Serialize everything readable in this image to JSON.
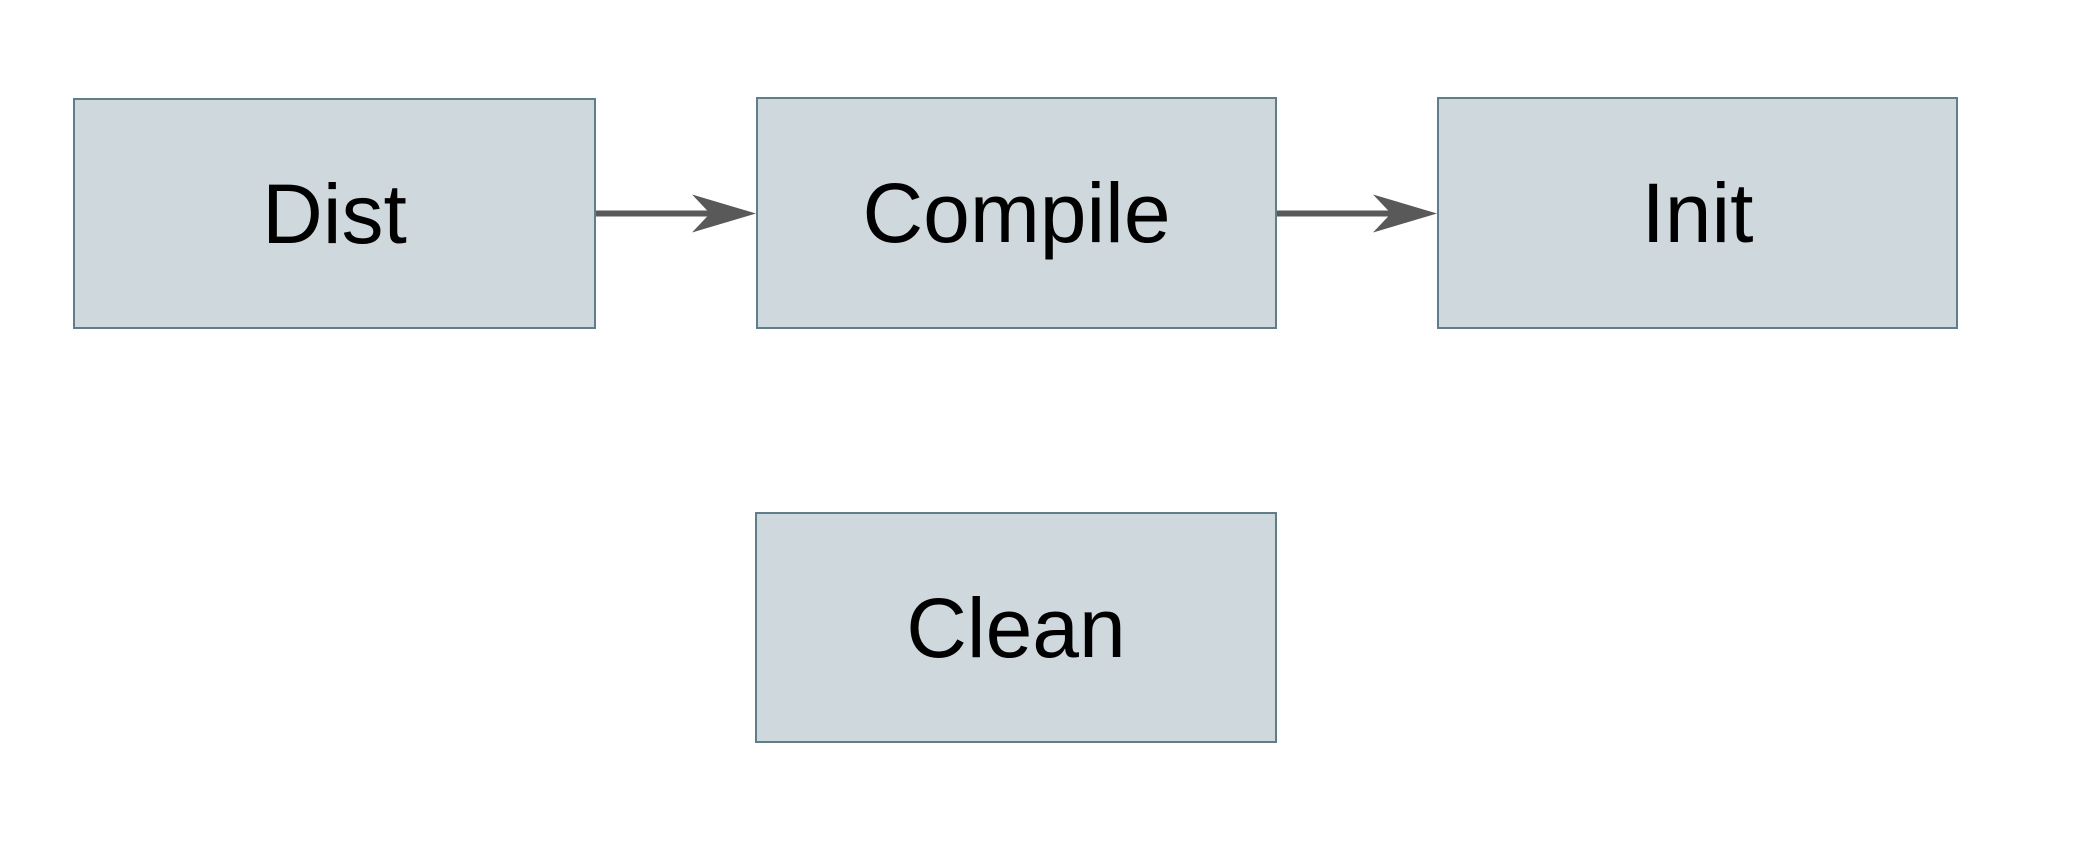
{
  "diagram": {
    "type": "flowchart",
    "background": "#ffffff",
    "colors": {
      "node_fill": "#cfd8dc",
      "node_border": "#607d8b",
      "arrow": "#595959",
      "label": "#000000"
    },
    "nodes": [
      {
        "id": "dist",
        "label": "Dist"
      },
      {
        "id": "compile",
        "label": "Compile"
      },
      {
        "id": "init",
        "label": "Init"
      },
      {
        "id": "clean",
        "label": "Clean"
      }
    ],
    "edges": [
      {
        "from": "dist",
        "to": "compile"
      },
      {
        "from": "compile",
        "to": "init"
      }
    ]
  }
}
